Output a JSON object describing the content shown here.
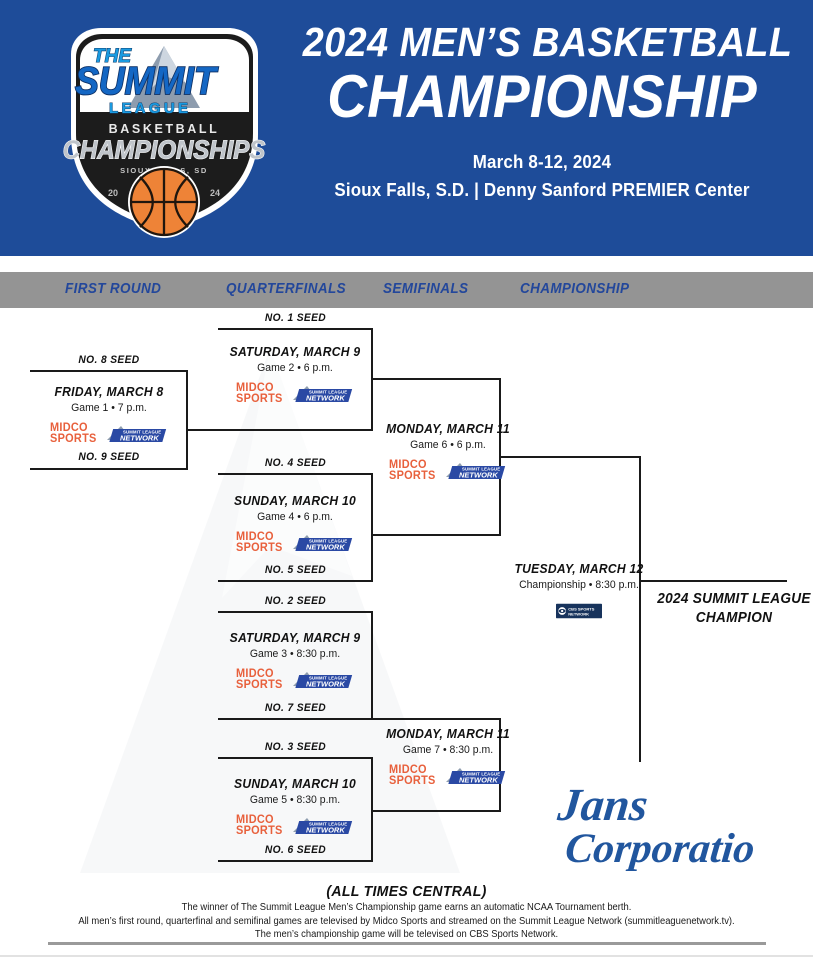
{
  "header": {
    "title_line1": "2024 MEN’S BASKETBALL",
    "title_line2": "CHAMPIONSHIP",
    "dates": "March 8-12, 2024",
    "venue": "Sioux Falls, S.D. | Denny Sanford PREMIER Center",
    "logo_name": "summit-league-basketball-championships-logo",
    "logo_text": {
      "the": "THE",
      "summit": "SUMMIT",
      "league": "LEAGUE",
      "basketball": "BASKETBALL",
      "championships": "CHAMPIONSHIPS",
      "city": "SIOUX FALLS, SD",
      "year_left": "20",
      "year_right": "24"
    },
    "bg_color": "#1e4c99"
  },
  "rounds": [
    {
      "label": "FIRST ROUND"
    },
    {
      "label": "QUARTERFINALS"
    },
    {
      "label": "SEMIFINALS"
    },
    {
      "label": "CHAMPIONSHIP"
    }
  ],
  "rounds_bar": {
    "bg_color": "#949494",
    "text_color": "#23479b"
  },
  "seeds": {
    "s8": "NO. 8 SEED",
    "s9": "NO. 9 SEED",
    "s1": "NO. 1 SEED",
    "s4": "NO. 4 SEED",
    "s5": "NO. 5 SEED",
    "s2": "NO. 2 SEED",
    "s7": "NO. 7 SEED",
    "s3": "NO. 3 SEED",
    "s6": "NO. 6 SEED"
  },
  "games": {
    "game1": {
      "day": "FRIDAY, MARCH 8",
      "detail": "Game 1 • 7 p.m.",
      "broadcasters": [
        "MIDCO SPORTS",
        "SUMMIT LEAGUE NETWORK"
      ]
    },
    "game2": {
      "day": "SATURDAY, MARCH 9",
      "detail": "Game 2 • 6 p.m.",
      "broadcasters": [
        "MIDCO SPORTS",
        "SUMMIT LEAGUE NETWORK"
      ]
    },
    "game3": {
      "day": "SATURDAY, MARCH 9",
      "detail": "Game 3 • 8:30 p.m.",
      "broadcasters": [
        "MIDCO SPORTS",
        "SUMMIT LEAGUE NETWORK"
      ]
    },
    "game4": {
      "day": "SUNDAY, MARCH 10",
      "detail": "Game 4 • 6 p.m.",
      "broadcasters": [
        "MIDCO SPORTS",
        "SUMMIT LEAGUE NETWORK"
      ]
    },
    "game5": {
      "day": "SUNDAY, MARCH 10",
      "detail": "Game 5 • 8:30 p.m.",
      "broadcasters": [
        "MIDCO SPORTS",
        "SUMMIT LEAGUE NETWORK"
      ]
    },
    "game6": {
      "day": "MONDAY, MARCH 11",
      "detail": "Game 6 • 6 p.m.",
      "broadcasters": [
        "MIDCO SPORTS",
        "SUMMIT LEAGUE NETWORK"
      ]
    },
    "game7": {
      "day": "MONDAY, MARCH 11",
      "detail": "Game 7 • 8:30 p.m.",
      "broadcasters": [
        "MIDCO SPORTS",
        "SUMMIT LEAGUE NETWORK"
      ]
    },
    "final": {
      "day": "TUESDAY, MARCH 12",
      "detail": "Championship • 8:30 p.m.",
      "broadcasters": [
        "CBS SPORTS NETWORK"
      ]
    }
  },
  "champion": {
    "line1": "2024 SUMMIT LEAGUE",
    "line2": "CHAMPION"
  },
  "logos": {
    "midco_line1": "MIDCO",
    "midco_line2": "SPORTS",
    "midco_color": "#e8603c",
    "sln_small": "SUMMIT LEAGUE",
    "sln_big": "NETWORK",
    "sln_color": "#2a49a4",
    "cbs_line1": "CBS SPORTS",
    "cbs_line2": "NETWORK",
    "jans_line1": "Jans",
    "jans_line2": "Corporation",
    "jans_color": "#21569e"
  },
  "footer": {
    "all_times": "(ALL TIMES CENTRAL)",
    "line1": "The winner of The Summit League Men’s Championship game earns an automatic NCAA Tournament berth.",
    "line2": "All men’s first round, quarterfinal and semifinal games are televised by Midco Sports and streamed on the Summit League Network (summitleaguenetwork.tv).",
    "line3": "The men’s championship game will be televised on CBS Sports Network."
  }
}
